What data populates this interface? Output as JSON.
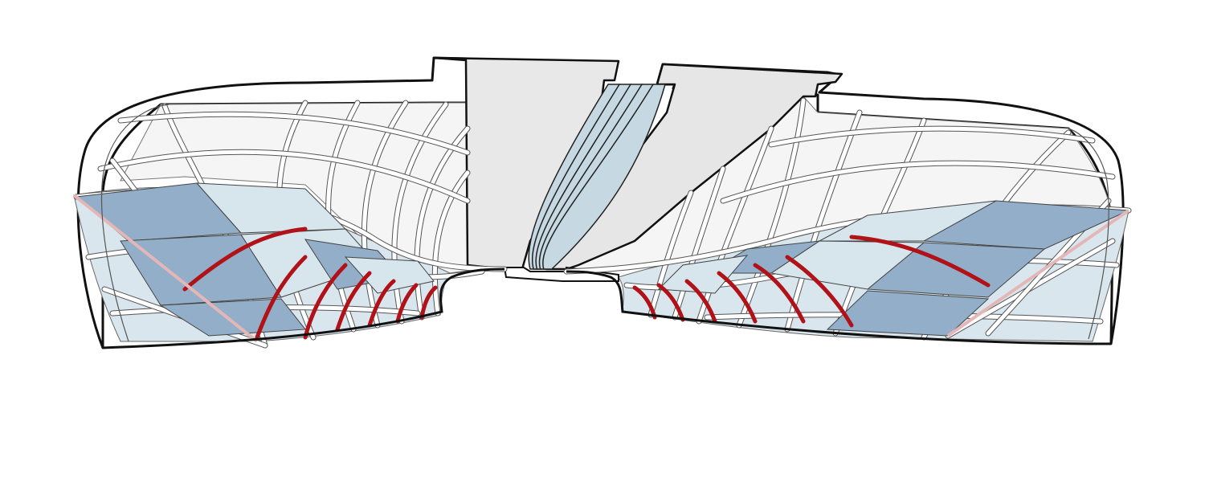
{
  "diagram": {
    "kind": "architectural-section",
    "colors": {
      "background": "#ffffff",
      "outline": "#111111",
      "rib": "#ffffff",
      "rib_edge": "#555555",
      "shell_light": "#f4f4f4",
      "shell_mid": "#e6e6e6",
      "glass_dark": "#93aec8",
      "glass_light": "#d7e5ec",
      "red_rib": "#b01218",
      "pink_edge": "#e4b7b7",
      "fin": "#c6d8e2"
    },
    "parts": {
      "fin_count": 5,
      "column_rings": 7
    }
  }
}
